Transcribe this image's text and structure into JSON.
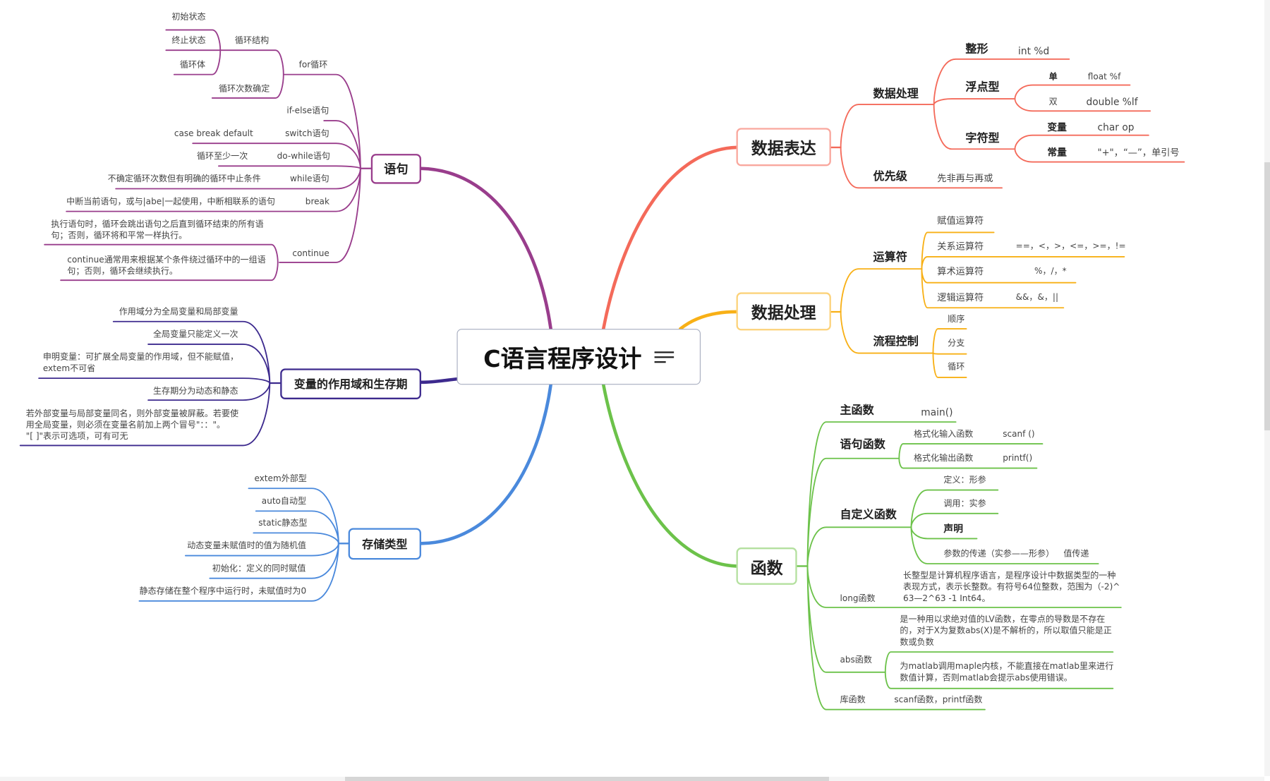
{
  "root": {
    "title": "C语言程序设计",
    "icon": "menu-lines-icon"
  },
  "colors": {
    "statements": "#993d8c",
    "scope": "#3d2a8e",
    "storage": "#4a89dc",
    "data_expr": "#f46a5a",
    "data_proc": "#f8b016",
    "functions": "#6cc24a"
  },
  "statements": {
    "label": "语句",
    "for_loop": {
      "label": "for循环",
      "structure": {
        "label": "循环结构",
        "items": [
          "初始状态",
          "终止状态",
          "循环体"
        ]
      },
      "count_fixed": "循环次数确定"
    },
    "items": [
      {
        "label": "if-else语句",
        "note": ""
      },
      {
        "label": "switch语句",
        "note": "case   break   default"
      },
      {
        "label": "do-while语句",
        "note": "循环至少一次"
      },
      {
        "label": "while语句",
        "note": "不确定循环次数但有明确的循环中止条件"
      },
      {
        "label": "break",
        "note": "中断当前语句，或与|abe|一起使用，中断相联系的语句"
      }
    ],
    "continue": {
      "label": "continue",
      "notes": [
        "执行语句时，循环会跳出语句之后直到循环结束的所有语\n句；否则，循环将和平常一样执行。",
        "continue通常用来根据某个条件绕过循环中的一组语\n句；否则，循环会继续执行。"
      ]
    }
  },
  "scope": {
    "label": "变量的作用域和生存期",
    "items": [
      "作用域分为全局变量和局部变量",
      "全局变量只能定义一次",
      "申明变量：可扩展全局变量的作用域，但不能赋值，\nextem不可省",
      "生存期分为动态和静态",
      "若外部变量与局部变量同名，则外部变量被屏蔽。若要使\n用全局变量，则必须在变量名前加上两个冒号\"：：\"。\n\"[ ]\"表示可选项，可有可无"
    ]
  },
  "storage": {
    "label": "存储类型",
    "items": [
      "extem外部型",
      "auto自动型",
      "static静态型",
      "动态变量未赋值时的值为随机值",
      "初始化：定义的同时赋值",
      "静态存储在整个程序中运行时，未赋值时为0"
    ]
  },
  "data_expr": {
    "label": "数据表达",
    "data_handling": {
      "label": "数据处理",
      "integer": {
        "label": "整形",
        "note": "int   %d"
      },
      "float": {
        "label": "浮点型",
        "single": {
          "label": "单",
          "note": "float    %f"
        },
        "double": {
          "label": "双",
          "note": "double     %lf"
        }
      },
      "char": {
        "label": "字符型",
        "variable": {
          "label": "变量",
          "note": "char    op"
        },
        "constant": {
          "label": "常量",
          "note": "\"+\"，“—”，单引号"
        }
      }
    },
    "priority": {
      "label": "优先级",
      "note": "先非再与再或"
    }
  },
  "data_proc": {
    "label": "数据处理",
    "operators": {
      "label": "运算符",
      "items": [
        {
          "label": "赋值运算符",
          "note": ""
        },
        {
          "label": "关系运算符",
          "note": "==，<，>，<=，>=，!="
        },
        {
          "label": "算术运算符",
          "note": "%，/，*"
        },
        {
          "label": "逻辑运算符",
          "note": "&&，&，||"
        }
      ]
    },
    "flow": {
      "label": "流程控制",
      "items": [
        "顺序",
        "分支",
        "循环"
      ]
    }
  },
  "functions": {
    "label": "函数",
    "main": {
      "label": "主函数",
      "note": "main()"
    },
    "stmt_funcs": {
      "label": "语句函数",
      "items": [
        {
          "label": "格式化输入函数",
          "note": "scanf  ()"
        },
        {
          "label": "格式化输出函数",
          "note": "printf()"
        }
      ]
    },
    "custom": {
      "label": "自定义函数",
      "items": [
        "定义：形参",
        "调用：实参",
        "声明",
        "参数的传递（实参——形参）"
      ],
      "pass_note": "值传递"
    },
    "long": {
      "label": "long函数",
      "note": "长整型是计算机程序语言，是程序设计中数据类型的一种\n表现方式，表示长整数。有符号64位整数，范围为（-2)^\n63—2^63 -1 Int64。"
    },
    "abs": {
      "label": "abs函数",
      "notes": [
        "是一种用以求绝对值的LV函数，在零点的导数是不存在\n的，对于X为复数abs(X)是不解析的，所以取值只能是正\n数或负数",
        "为matlab调用maple内核，不能直接在matlab里来进行\n数值计算，否则matlab会提示abs使用错误。"
      ]
    },
    "library": {
      "label": "库函数",
      "note": "scanf函数，printf函数"
    }
  }
}
